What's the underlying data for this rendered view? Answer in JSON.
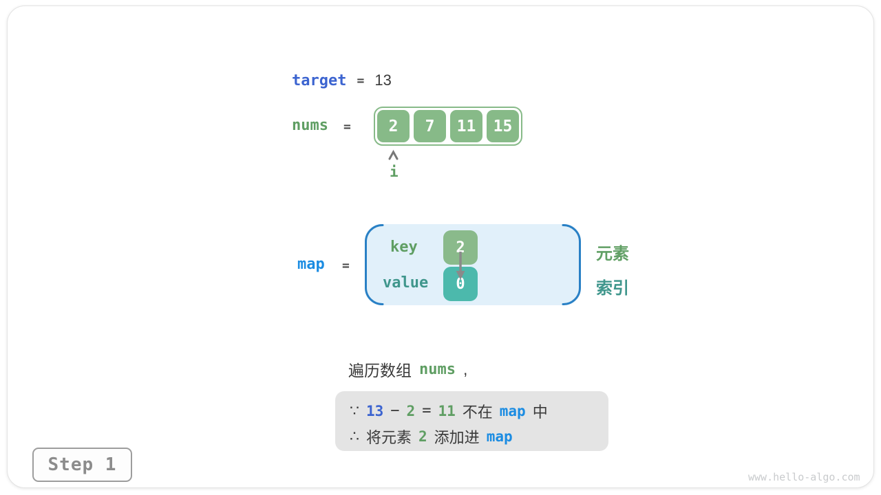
{
  "target_line": {
    "name": "target",
    "eq": "=",
    "value": "13"
  },
  "nums": {
    "name": "nums",
    "eq": "=",
    "cells": [
      "2",
      "7",
      "11",
      "15"
    ],
    "pointer_label": "i"
  },
  "map": {
    "name": "map",
    "eq": "=",
    "key_label": "key",
    "value_label": "value",
    "key_cell": "2",
    "value_cell": "0",
    "element_label": "元素",
    "index_label": "索引"
  },
  "caption": {
    "prefix": "遍历数组",
    "code": "nums",
    "comma": ","
  },
  "reason": {
    "line1": {
      "because": "∵",
      "target": "13",
      "minus": "−",
      "elem": "2",
      "eq": "=",
      "diff": "11",
      "not_in": "不在",
      "map": "map",
      "suffix": "中"
    },
    "line2": {
      "therefore": "∴",
      "text1": "将元素",
      "elem": "2",
      "text2": "添加进",
      "map": "map"
    }
  },
  "step_label": "Step 1",
  "watermark": "www.hello-algo.com",
  "colors": {
    "green_fill": "#87ba88",
    "green_text": "#5f9e63",
    "teal_fill": "#4cb9ac",
    "teal_text": "#3f968c",
    "royal_blue": "#3c64d0",
    "azure_blue": "#1b8ce2",
    "map_box_fill": "#e1f0fa",
    "map_box_border": "#2980c5",
    "reason_box_fill": "#e4e4e4",
    "dark_text": "#3a3a3a",
    "step_gray": "#8c8c8c"
  }
}
